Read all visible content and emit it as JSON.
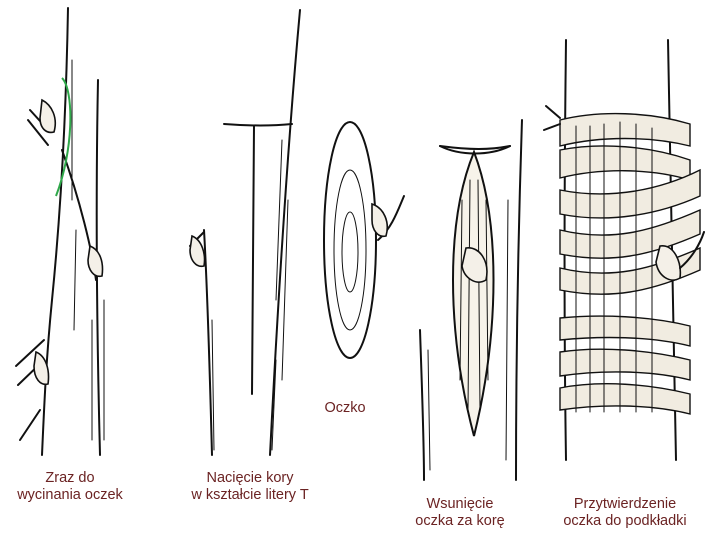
{
  "captions": {
    "scion": [
      "Zraz do",
      "wycinania oczek"
    ],
    "t_cut": [
      "Nacięcie kory",
      "w kształcie litery T"
    ],
    "bud": [
      "Oczko"
    ],
    "insert": [
      "Wsunięcie",
      "oczka za korę"
    ],
    "tie": [
      "Przytwierdzenie",
      "oczka do podkładki"
    ]
  },
  "colors": {
    "caption": "#6b2323",
    "ink": "#111111",
    "cut_outline": "#2fa84a"
  }
}
